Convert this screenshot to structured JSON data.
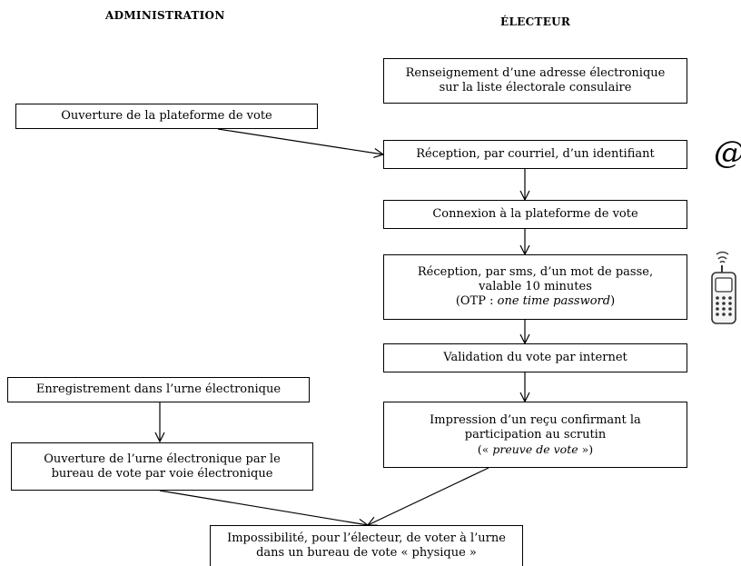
{
  "headers": {
    "administration": "ADMINISTRATION",
    "electeur": "ÉLECTEUR"
  },
  "admin_steps": {
    "ouverture_plateforme": "Ouverture de la plateforme de vote",
    "enregistrement": "Enregistrement dans l’urne électronique",
    "ouverture_urne_l1": "Ouverture de l’urne électronique par le",
    "ouverture_urne_l2": "bureau de vote par voie électronique"
  },
  "electeur_steps": {
    "renseignement_l1": "Renseignement d’une adresse électronique",
    "renseignement_l2": "sur la liste électorale consulaire",
    "reception_identifiant": "Réception, par courriel, d’un identifiant",
    "connexion": "Connexion à la plateforme de vote",
    "reception_sms_l1": "Réception, par sms, d’un mot de passe,",
    "reception_sms_l2": "valable 10 minutes",
    "otp_prefix": "(OTP : ",
    "otp_italic": "one time password",
    "otp_suffix": ")",
    "validation": "Validation du vote par internet",
    "impression_l1": "Impression d’un reçu confirmant la",
    "impression_l2": "participation au scrutin",
    "preuve_prefix": "(« ",
    "preuve_italic": "preuve de vote",
    "preuve_suffix": " »)"
  },
  "final_step": {
    "line1": "Impossibilité, pour l’électeur, de voter à l’urne",
    "line2": "dans un bureau de vote « physique »"
  },
  "icons": {
    "email_symbol": "@",
    "phone": "mobile-phone-icon"
  }
}
